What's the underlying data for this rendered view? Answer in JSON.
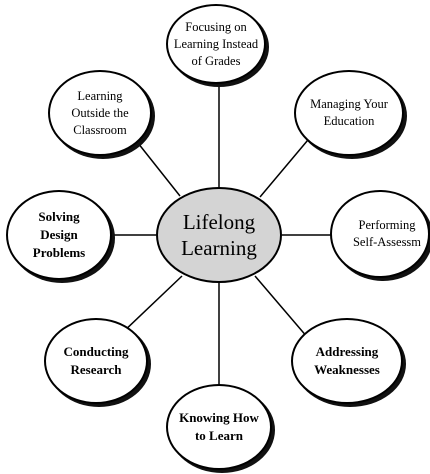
{
  "center": {
    "label": "Lifelong\nLearning"
  },
  "nodes": [
    {
      "id": "focusing",
      "label": "Focusing on\nLearning Instead\nof Grades"
    },
    {
      "id": "managing",
      "label": "Managing Your\nEducation"
    },
    {
      "id": "performing",
      "label": "Performing\nSelf-Assessm"
    },
    {
      "id": "addressing",
      "label": "Addressing\nWeaknesses"
    },
    {
      "id": "knowing",
      "label": "Knowing How\nto Learn"
    },
    {
      "id": "conducting",
      "label": "Conducting\nResearch"
    },
    {
      "id": "solving",
      "label": "Solving\nDesign\nProblems"
    },
    {
      "id": "outside",
      "label": "Learning\nOutside the\nClassroom"
    }
  ]
}
